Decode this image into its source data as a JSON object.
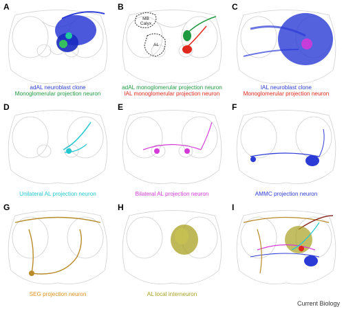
{
  "panels": [
    {
      "letter": "A",
      "caption1": "adAL neuroblast clone",
      "caption2": "Monoglomerular projection neuron",
      "color1": "#2b3bd6",
      "color2": "#1f9a40"
    },
    {
      "letter": "B",
      "caption1": "adAL monoglomerular projection neuron",
      "caption2": "lAL monoglomerular projection neuron",
      "color1": "#1f9a40",
      "color2": "#e0281c",
      "region_mb": "MB\nCalyx",
      "region_al": "AL"
    },
    {
      "letter": "C",
      "caption1": "lAL neuroblast clone",
      "caption2": "Monoglomerular projection neuron",
      "color1": "#2b3bd6",
      "color2": "#e0281c"
    },
    {
      "letter": "D",
      "caption1": "Unilateral AL projection neuron",
      "color1": "#22c8d0"
    },
    {
      "letter": "E",
      "caption1": "Bilateral AL projection neuron",
      "color1": "#d43ad8"
    },
    {
      "letter": "F",
      "caption1": "AMMC projection neuron",
      "color1": "#2b3bd6"
    },
    {
      "letter": "G",
      "caption1": "SEG projection neuron",
      "color1": "#e0901c"
    },
    {
      "letter": "H",
      "caption1": "AL local interneuron",
      "color1": "#a8a020"
    },
    {
      "letter": "I",
      "caption1": ""
    }
  ],
  "region_labels": {
    "mb_top": "MB",
    "mb_bottom": "Calyx",
    "al": "AL"
  },
  "journal": "Current Biology"
}
